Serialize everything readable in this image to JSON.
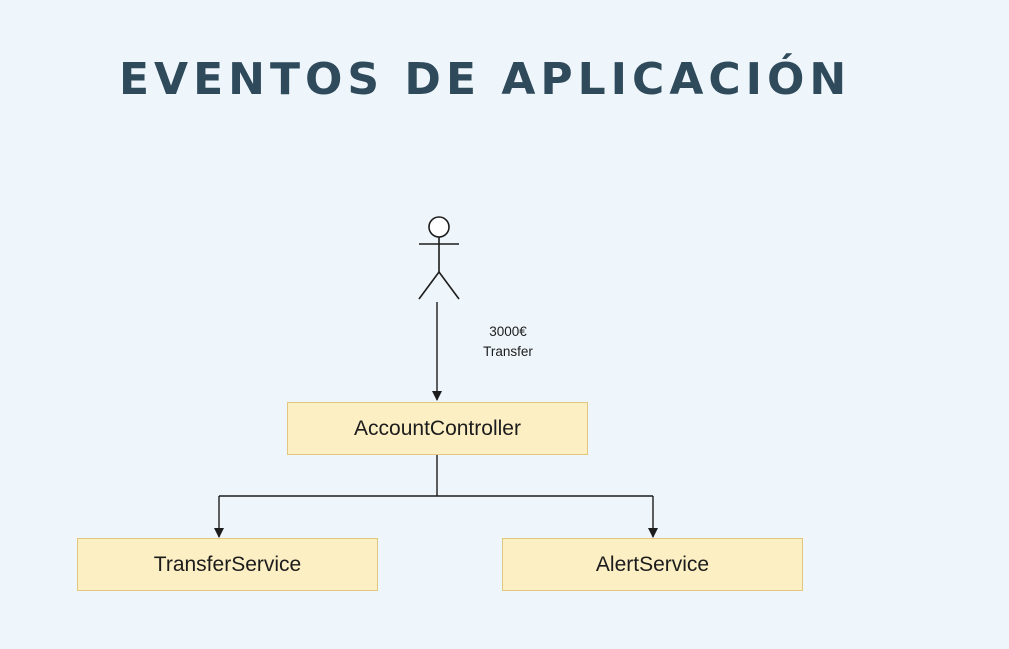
{
  "title": "EVENTOS DE APLICACIÓN",
  "diagram": {
    "actor": {
      "icon": "user-actor-icon",
      "edge_label_lines": [
        "3000€",
        "Transfer"
      ]
    },
    "nodes": {
      "controller": "AccountController",
      "transfer_service": "TransferService",
      "alert_service": "AlertService"
    },
    "colors": {
      "node_fill": "#fcefc4",
      "node_border": "#e3c77f",
      "title": "#2e4a5b",
      "background": "#eff6fb"
    }
  }
}
